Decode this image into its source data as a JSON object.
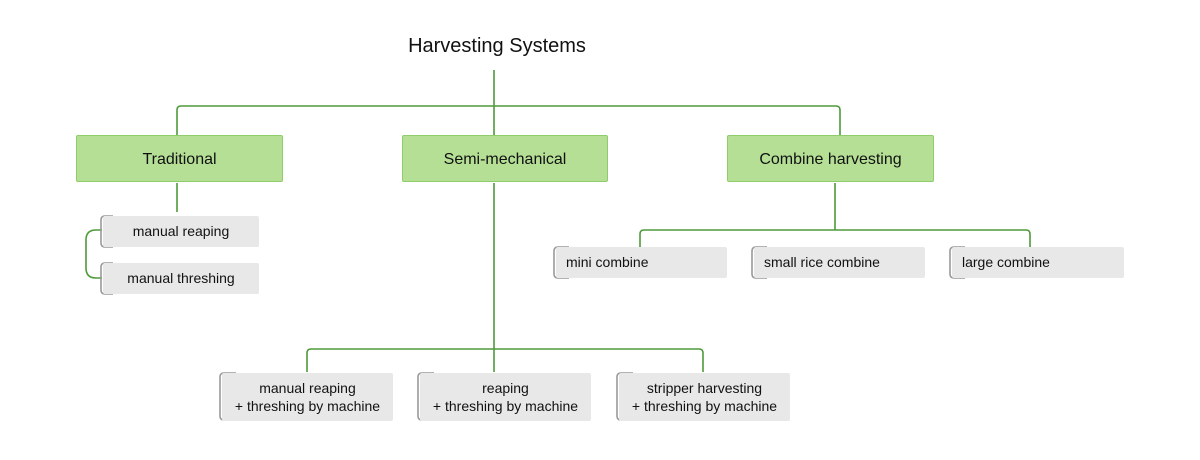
{
  "title": "Harvesting Systems",
  "categories": [
    {
      "label": "Traditional",
      "children": [
        "manual reaping",
        "manual threshing"
      ]
    },
    {
      "label": "Semi-mechanical",
      "children": [
        {
          "line1": "manual reaping",
          "line2": "+ threshing by machine"
        },
        {
          "line1": "reaping",
          "line2": "+ threshing by machine"
        },
        {
          "line1": "stripper harvesting",
          "line2": "+ threshing by machine"
        }
      ]
    },
    {
      "label": "Combine harvesting",
      "children": [
        "mini combine",
        "small rice combine",
        "large combine"
      ]
    }
  ],
  "colors": {
    "connector": "#4e9a3a",
    "category_fill": "#b5df95",
    "category_border": "#8fcc6a",
    "leaf_fill": "#e8e8e8",
    "leaf_bracket": "#999999"
  }
}
